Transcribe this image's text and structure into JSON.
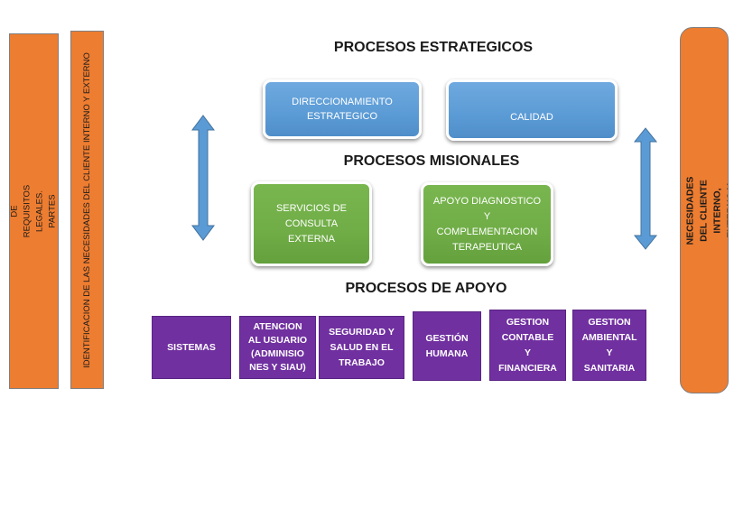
{
  "left_bars": {
    "requisitos": "CUMPLIMIENTO DE REQUISITOS LEGALES.\nPARTES INTERESADAS",
    "identificacion": "IDENTIFICACION DE LAS NECESIDADES DEL CLIENTE INTERNO Y EXTERNO"
  },
  "right_bar": {
    "satisfaccion": "SATISFACCION EXPECTATIVAS Y  NECESIDADES DEL CLIENTE INTERNO,\nEXTERNO Y PARTES INTERESADAS"
  },
  "headings": {
    "estrategicos": "PROCESOS ESTRATEGICOS",
    "misionales": "PROCESOS MISIONALES",
    "apoyo": "PROCESOS DE APOYO"
  },
  "estrategicos": {
    "direccionamiento": "DIRECCIONAMIENTO\nESTRATEGICO",
    "calidad": "CALIDAD"
  },
  "misionales": {
    "consulta": "SERVICIOS DE\nCONSULTA\nEXTERNA",
    "apoyo_diagnostico": "APOYO DIAGNOSTICO\nY\nCOMPLEMENTACION\nTERAPEUTICA"
  },
  "apoyo": {
    "sistemas": "SISTEMAS",
    "atencion": "ATENCION\nAL USUARIO\n(ADMINISIO\nNES Y SIAU)",
    "seguridad": "SEGURIDAD Y\nSALUD EN EL\nTRABAJO",
    "gestion_humana": "GESTIÓN\nHUMANA",
    "gestion_contable": "GESTION\nCONTABLE\nY\nFINANCIERA",
    "gestion_ambiental": "GESTION\nAMBIENTAL\nY\nSANITARIA"
  },
  "colors": {
    "orange": "#ED7D31",
    "blue": "#5B9BD5",
    "green": "#70AD47",
    "purple": "#7030A0",
    "arrow": "#5B9BD5"
  },
  "icons": {
    "left_arrow": "double-vertical-arrow-icon",
    "right_arrow": "double-vertical-arrow-icon"
  }
}
